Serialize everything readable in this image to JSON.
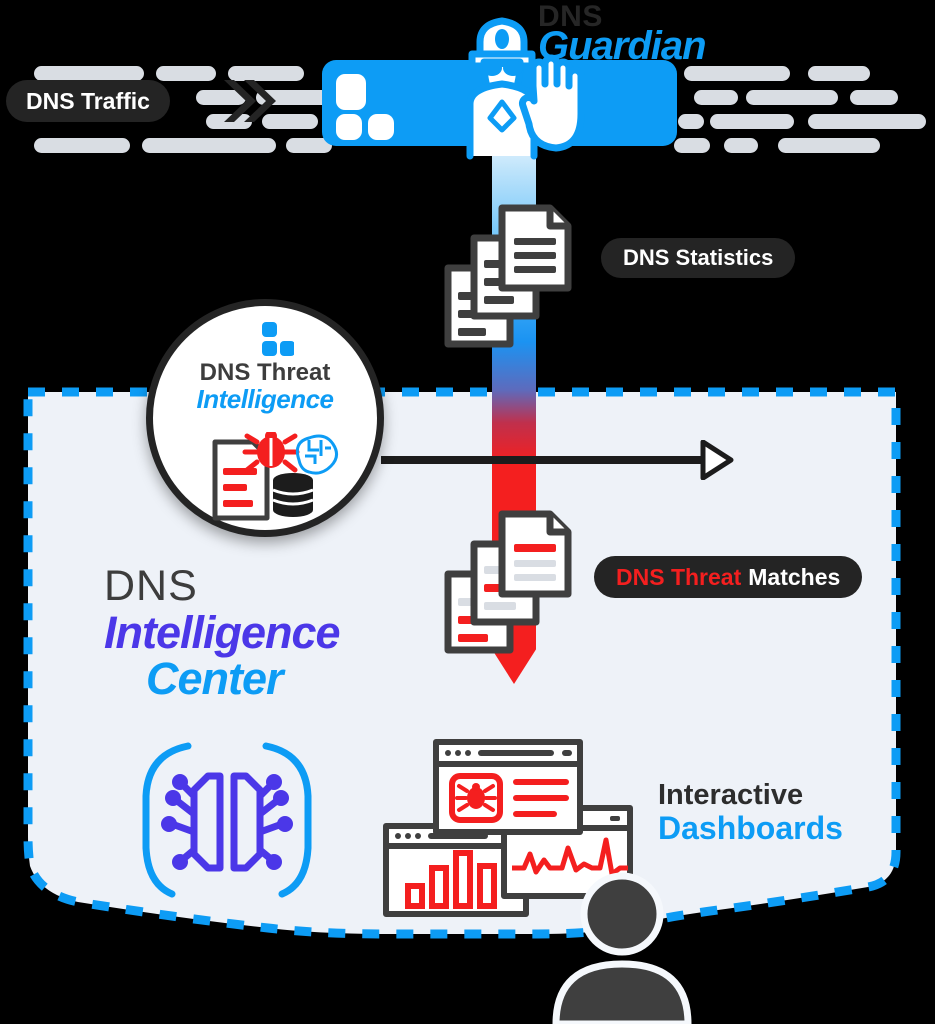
{
  "diagram": {
    "title": "DNS Guardian / DNS Intelligence Center architecture",
    "background": "#000000"
  },
  "brand": {
    "guardian_line1": "DNS",
    "guardian_line2": "Guardian",
    "guardian_icon": "police-guard-stop-hand-icon",
    "logo_icon": "three-squares-logo-icon"
  },
  "traffic": {
    "label": "DNS Traffic",
    "arrow_icon": "double-chevron-right-icon",
    "bar_icon": "traffic-bars-icon"
  },
  "statistics": {
    "label": "DNS Statistics",
    "docs_icon": "stacked-documents-icon"
  },
  "matches": {
    "label_red": "DNS Threat",
    "label_white": "Matches",
    "docs_icon": "stacked-threat-documents-icon"
  },
  "threat_circle": {
    "line1": "DNS Threat",
    "line2": "Intelligence",
    "logo_icon": "three-squares-logo-icon",
    "doc_icon": "threat-report-document-icon",
    "bug_icon": "bug-icon",
    "brain_icon": "circuit-brain-icon",
    "database_icon": "database-icon",
    "connector_icon": "left-arrow-connector-icon"
  },
  "intelligence_center": {
    "line1": "DNS",
    "line2": "Intelligence",
    "line3": "Center",
    "ai_icon": "ai-circuit-brain-bracket-icon"
  },
  "dashboards": {
    "line1": "Interactive",
    "line2": "Dashboards",
    "window_bug_icon": "dashboard-window-bug-icon",
    "window_bar_icon": "dashboard-window-bar-chart-icon",
    "window_ecg_icon": "dashboard-window-ecg-line-icon",
    "user_icon": "user-avatar-icon"
  },
  "colors": {
    "accent_blue": "#0d9cf5",
    "indigo": "#4b37e8",
    "threat_red": "#f41f1f",
    "dark": "#242424",
    "panel_fill": "#eef2f8",
    "traffic_gray": "#d9dde3"
  }
}
